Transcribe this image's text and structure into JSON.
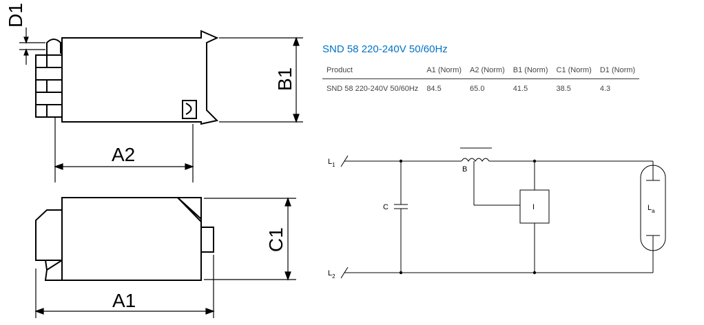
{
  "title": "SND 58 220-240V 50/60Hz",
  "table": {
    "headers": [
      "Product",
      "A1 (Norm)",
      "A2 (Norm)",
      "B1 (Norm)",
      "C1 (Norm)",
      "D1 (Norm)"
    ],
    "rows": [
      [
        "SND 58 220-240V 50/60Hz",
        "84.5",
        "65.0",
        "41.5",
        "38.5",
        "4.3"
      ]
    ]
  },
  "dimensions": {
    "d1": "D1",
    "b1": "B1",
    "a2": "A2",
    "c1": "C1",
    "a1": "A1"
  },
  "circuit": {
    "l1": "L",
    "l1_sub": "1",
    "l2": "L",
    "l2_sub": "2",
    "c": "C",
    "b": "B",
    "i": "I",
    "la": "L",
    "la_sub": "a"
  }
}
